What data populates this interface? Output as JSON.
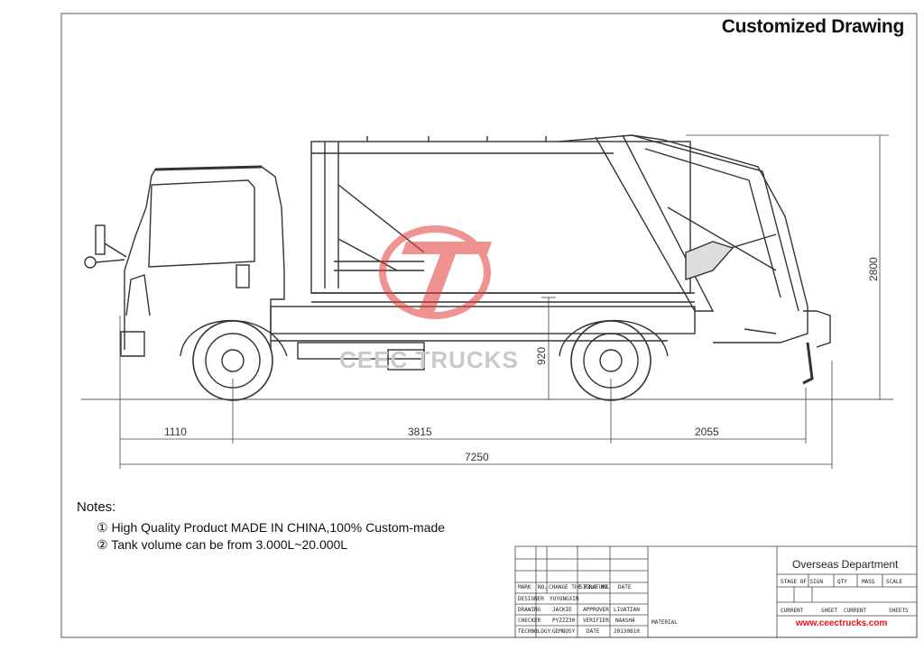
{
  "title": "Customized Drawing",
  "dimensions": {
    "front_overhang": "1110",
    "wheelbase": "3815",
    "rear_overhang": "2055",
    "overall_length": "7250",
    "overall_height": "2800",
    "frame_height": "920"
  },
  "notes": {
    "heading": "Notes:",
    "items": [
      "① High Quality Product MADE IN CHINA,100% Custom-made",
      "② Tank volume can be from 3.000L~20.000L"
    ]
  },
  "watermark": "CEEC TRUCKS",
  "title_block": {
    "department": "Overseas Department",
    "header_cells": [
      "STAGE OF SIGN",
      "QTY",
      "MASS",
      "SCALE"
    ],
    "row_labels": [
      "DESIGNER",
      "DRAWING",
      "CHECKER",
      "TECHNOLOGY"
    ],
    "row_names": [
      "YUYONGXIN",
      "JACKIE",
      "PYZZZ30",
      "GEMBOSY"
    ],
    "approval_labels": [
      "APPROVER",
      "VERIFIER",
      "DATE"
    ],
    "approval_names": [
      "LIUATIAN",
      "NAASHA",
      "20130810"
    ],
    "small_header": [
      "MARK",
      "NO.",
      "CHANGE THE FILE NO.",
      "SIGNATURE",
      "DATE"
    ],
    "material_label": "MATERIAL",
    "sheet_labels": [
      "CURRENT",
      "SHEET",
      "CURRENT",
      "SHEETS"
    ],
    "website": "www.ceectrucks.com"
  },
  "colors": {
    "line": "#333333",
    "logo_red": "#e23a3a",
    "watermark": "#c9c9c9"
  }
}
